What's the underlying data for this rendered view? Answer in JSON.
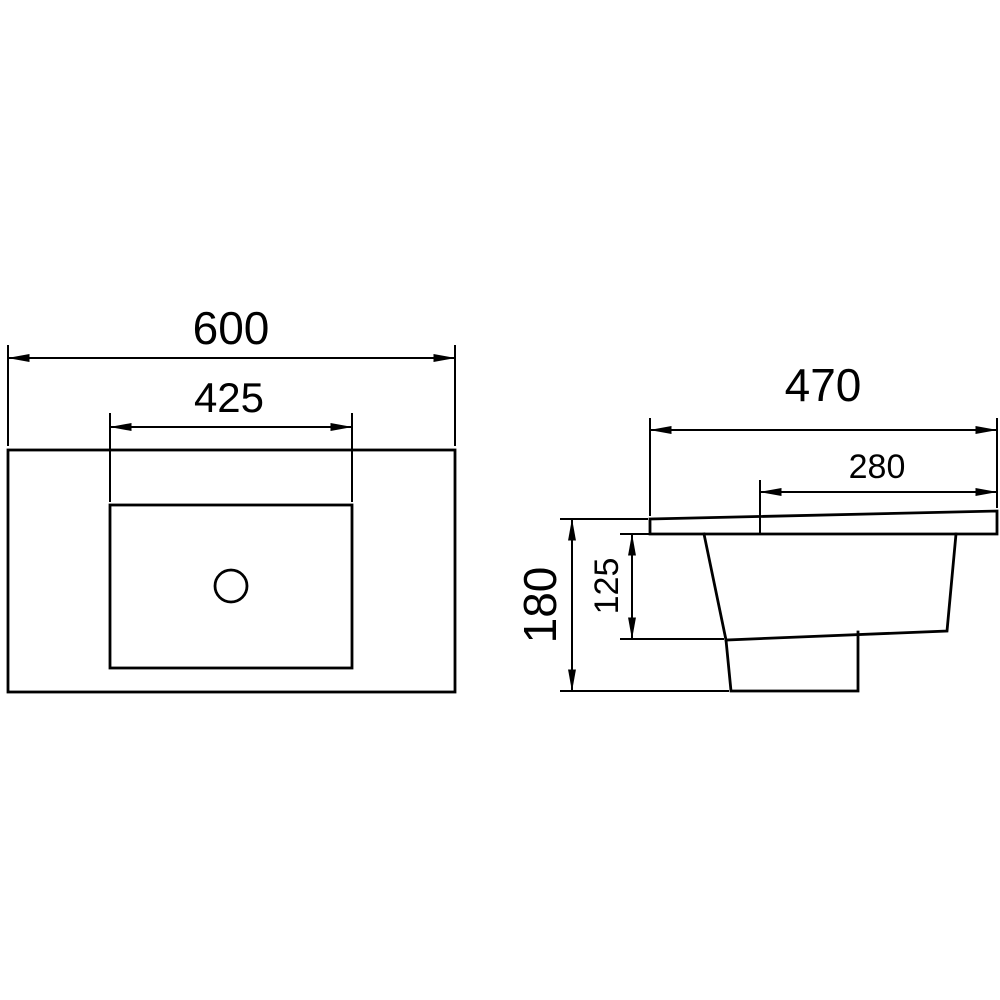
{
  "page": {
    "background_color": "#ffffff",
    "line_color": "#000000",
    "kind": "washbasin-dimension-drawing"
  },
  "drawing": {
    "top_view": {
      "overall_width": "600",
      "bowl_cutout_width": "425"
    },
    "side_view": {
      "overall_depth": "470",
      "upper_depth": "280",
      "overall_height": "180",
      "bowl_depth": "125"
    }
  }
}
